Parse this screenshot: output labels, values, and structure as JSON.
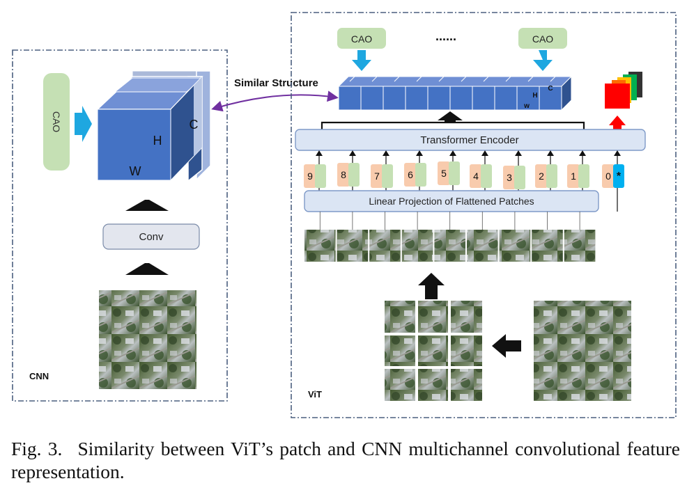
{
  "cnn": {
    "panel_label": "CNN",
    "cao_label": "CAO",
    "dims": {
      "w": "W",
      "h": "H",
      "c": "C"
    },
    "conv_label": "Conv"
  },
  "link_label": "Similar Structure",
  "vit": {
    "panel_label": "ViT",
    "cao_left": "CAO",
    "cao_right": "CAO",
    "ellipsis": "......",
    "dims": {
      "w": "w",
      "h": "H",
      "c": "C"
    },
    "encoder_label": "Transformer Encoder",
    "projection_label": "Linear Projection of Flattened Patches",
    "tokens": [
      "9",
      "8",
      "7",
      "6",
      "5",
      "4",
      "3",
      "2",
      "1",
      "0"
    ],
    "cls_symbol": "*"
  },
  "caption": {
    "label": "Fig. 3.",
    "text": "Similarity between ViT’s patch and CNN multichannel convolutional feature representation."
  },
  "colors": {
    "cube_front": "#4472c4",
    "cube_top": "#6f8fd4",
    "cube_side": "#2f528f",
    "cao_box": "#c5e0b4",
    "cyan_arrow": "#1ea7e0",
    "link_arrow": "#7030a0",
    "panel_box": "#e8eef8",
    "token_orange": "#f8cbad",
    "token_green": "#c5e0b4",
    "cls_blue": "#00b0f0",
    "aerial_green": "#4f6a3a"
  }
}
